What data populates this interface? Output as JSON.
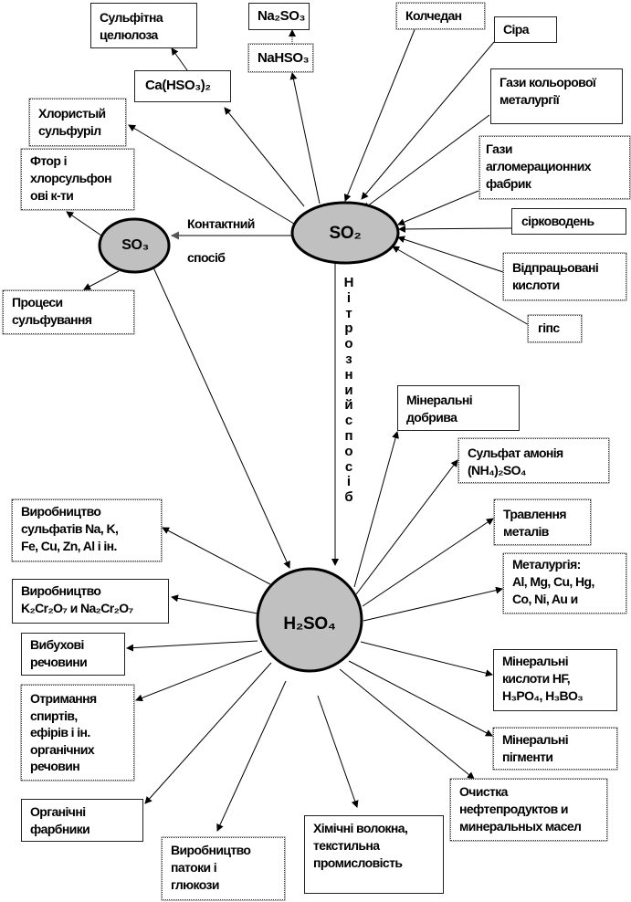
{
  "title_nodes": {
    "so2": "SO₂",
    "so3": "SO₃",
    "h2so4": "H₂SO₄"
  },
  "process_labels": {
    "contact_line1": "Контактний",
    "contact_line2": "спосіб",
    "nitrous": "Нітрозний спосіб"
  },
  "so2_sources": {
    "pyrite": "Колчедан",
    "sulfur": "Сіра",
    "nonferrous_gases": "Гази кольорової\nметалургії",
    "sinter_gases": "Гази\nагломерационних\nфабрик",
    "hydrogen_sulfide": "сірководень",
    "spent_acids": "Відпрацьовані\nкислоти",
    "gypsum": "гіпс"
  },
  "so2_products": {
    "nahso3": "NaHSO₃",
    "na2so3": "Na₂SO₃",
    "calcium_bisulfite": "Ca(HSO₃)₂",
    "sulfite_cellulose": "Сульфітна\nцелюлоза",
    "sulfuryl_chloride": "Хлористый\nсульфуріл"
  },
  "so3_products": {
    "fluoro_chlorosulfonic": "Фтор і\nхлорсульфон\nові к-ти",
    "sulfonation": "Процеси\nсульфування"
  },
  "h2so4_uses": {
    "fertilizers": "Мінеральні\nдобрива",
    "ammonium_sulfate": "Сульфат амонія\n(NH₄)₂SO₄",
    "metal_pickling": "Травлення\nметалів",
    "metallurgy": "Металургія:\nAl, Mg, Cu, Hg,\nCo, Ni, Au  и",
    "mineral_acids": "Мінеральні\nкислоти  HF,\nH₃PO₄, H₃BO₃",
    "mineral_pigments": "Мінеральні\nпігменти",
    "oil_refining": "Очистка\nнефтепродуктов  и\nминеральных  масел",
    "chemical_fibers": "Хімічні волокна,\nтекстильна\nпромисловість",
    "molasses_glucose": "Виробництво\nпатоки і\nглюкози",
    "organic_dyes": "Органічні\nфарбники",
    "alcohols_esters": "Отримання\nспиртів,\nефірів і ін.\nорганічних\nречовин",
    "explosives": "Вибухові\nречовини",
    "dichromates": "Виробництво\nK₂Cr₂O₇ и Na₂Cr₂O₇",
    "sulfates": "Виробництво\nсульфатів Na, K,\nFe, Cu, Zn, Al і ін."
  },
  "colors": {
    "node_fill": "#c0c0c0",
    "node_stroke": "#000000",
    "contact_line": "#808080"
  }
}
